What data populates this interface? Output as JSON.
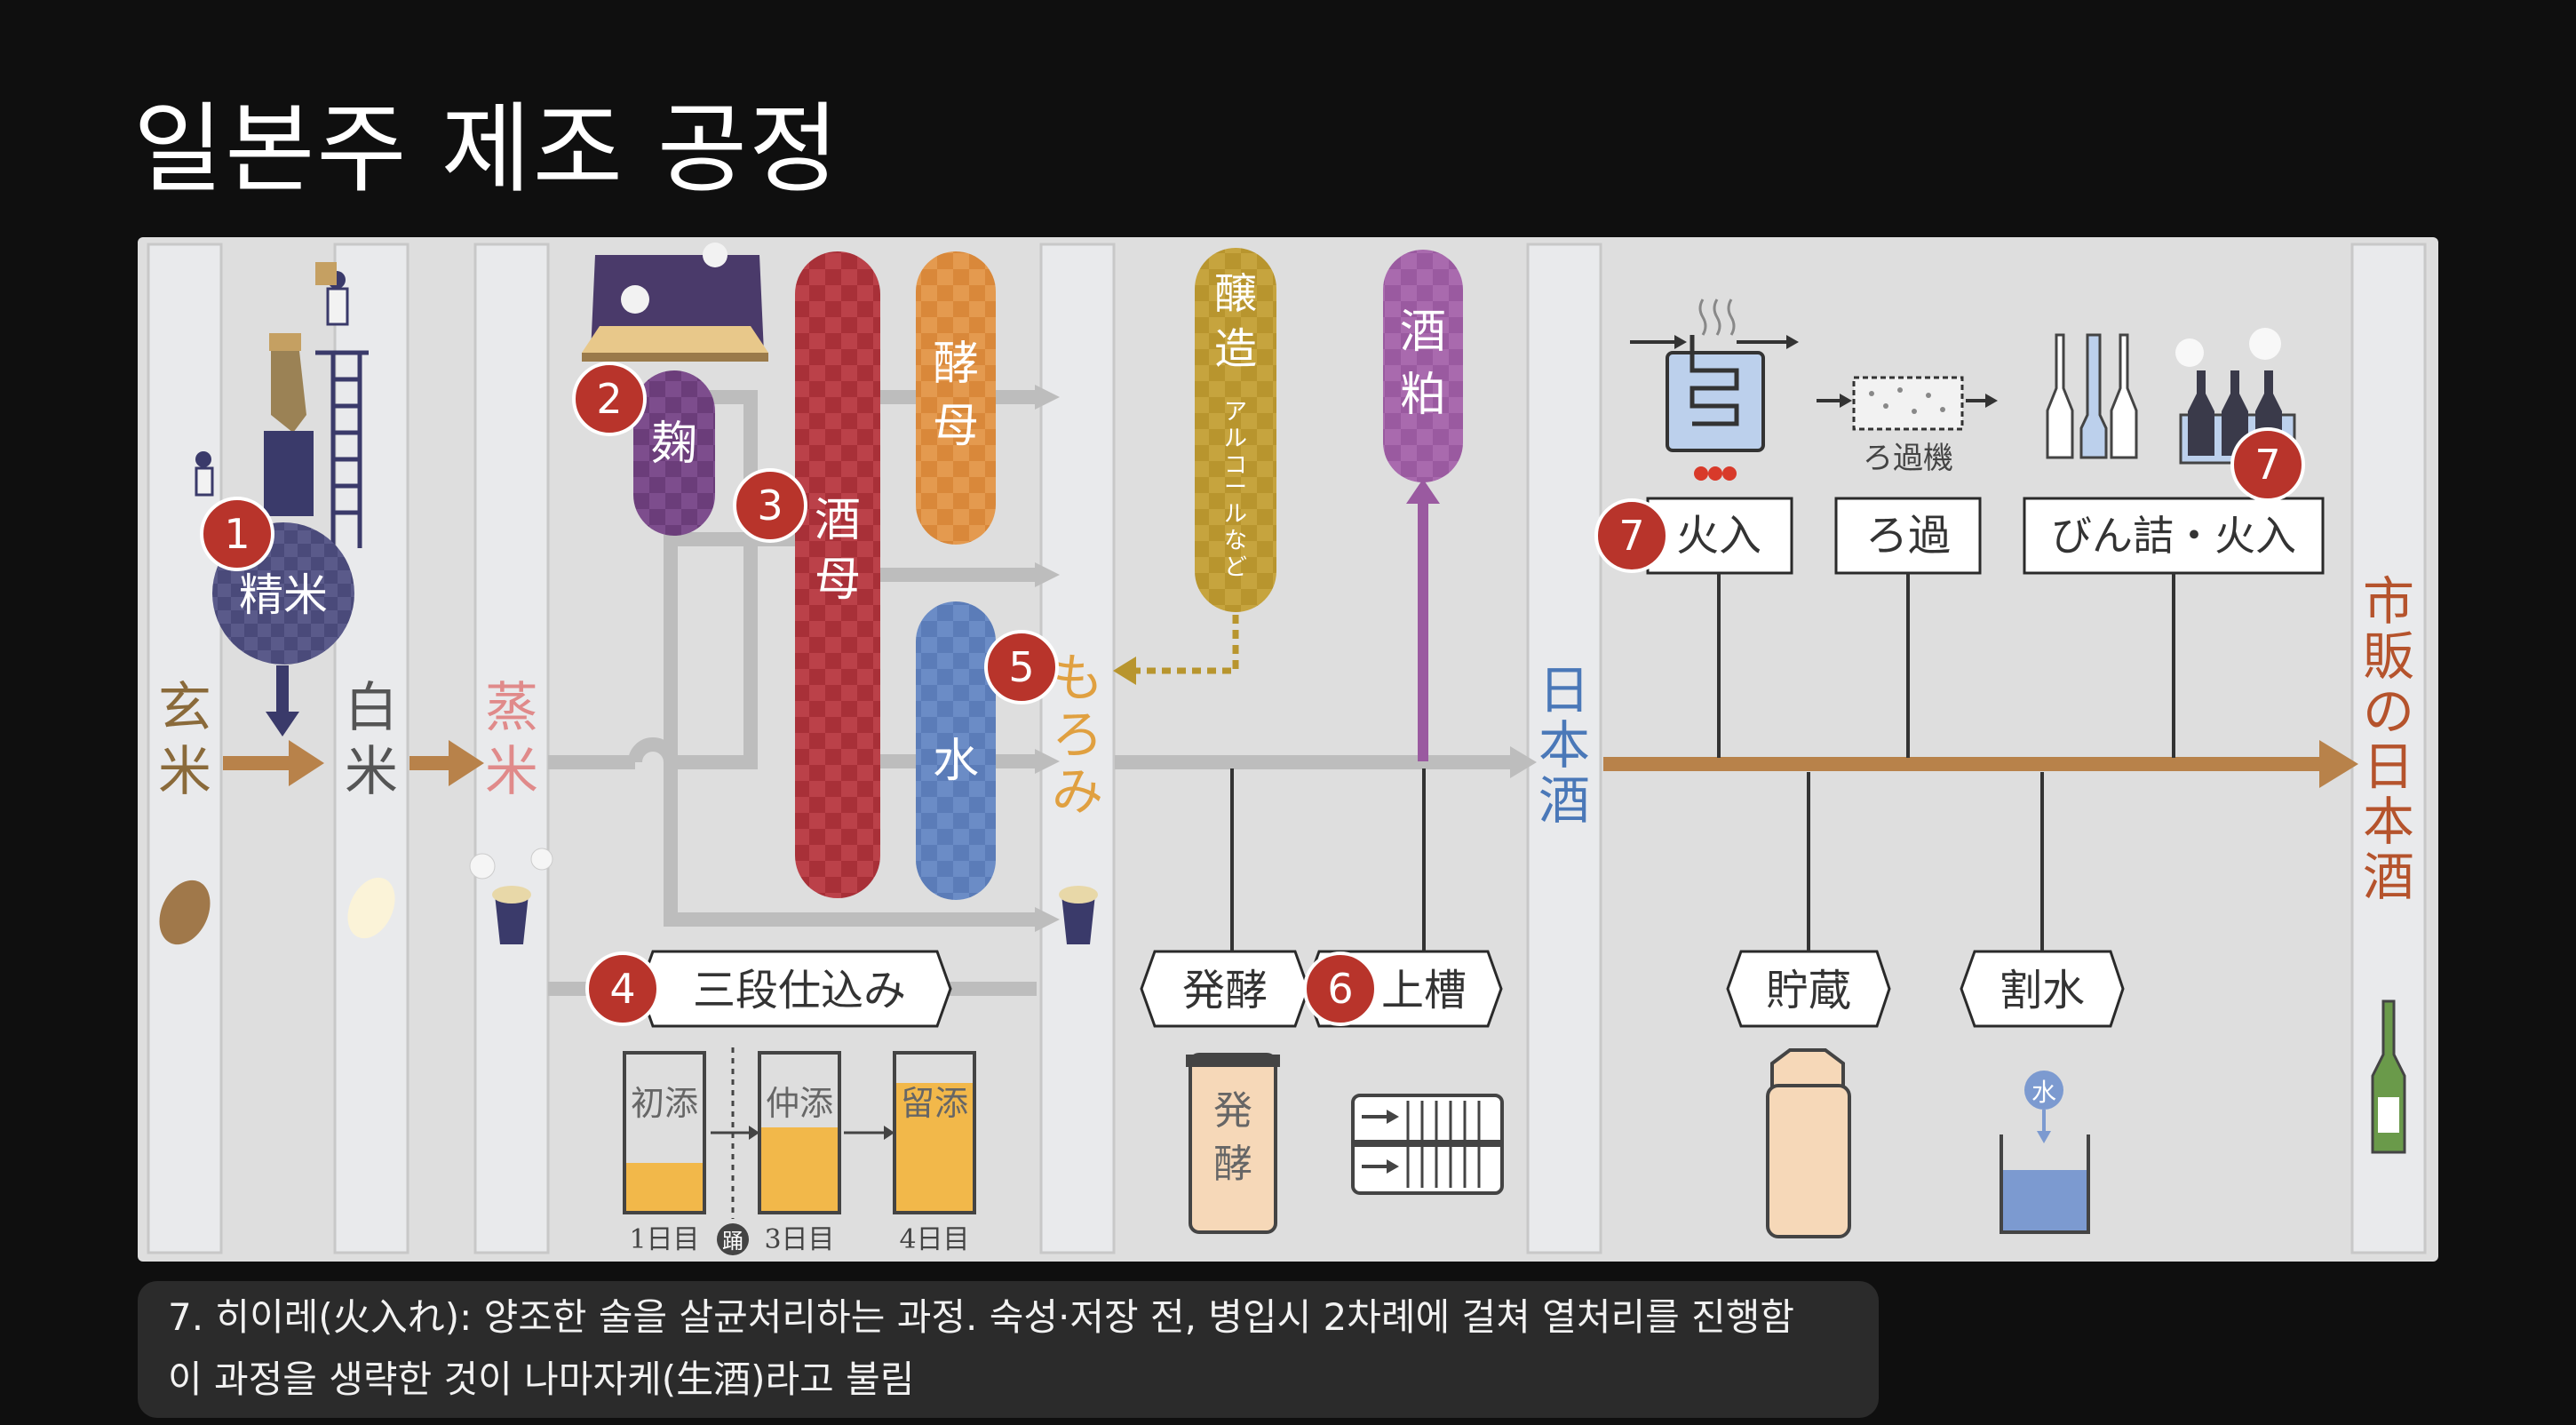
{
  "title": "일본주 제조 공정",
  "caption": {
    "line1": "7. 히이레(火入れ): 양조한 술을 살균처리하는 과정. 숙성·저장 전, 병입시 2차례에 걸쳐 열처리를 진행함",
    "line2": "이 과정을 생략한 것이 나마자케(生酒)라고 불림"
  },
  "diagram": {
    "columns": {
      "genmai": "玄米",
      "hakumai": "白米",
      "mushimai": "蒸米",
      "moromi": "もろみ",
      "nihonshu": "日本酒",
      "ichihan": "市販の日本酒"
    },
    "nodes": {
      "seimai": "精米",
      "koji": "麹",
      "shubo": "酒母",
      "kobo": "酵母",
      "mizu": "水",
      "jozo_main": "醸造",
      "jozo_sub": "アルコールなど",
      "sakekasu": "酒粕"
    },
    "steps": {
      "sandan": "三段仕込み",
      "hakko": "発酵",
      "joso": "上槽",
      "hiire": "火入",
      "roka": "ろ過",
      "binzume": "びん詰・火入",
      "chozo": "貯蔵",
      "warimizu": "割水"
    },
    "sub_labels": {
      "hatsuzoe": "初添",
      "nakazoe": "仲添",
      "tomezoe": "留添",
      "day1": "1日目",
      "odori": "踊",
      "day3": "3日目",
      "day4": "4日目",
      "hakko_tank": "発酵",
      "roka_ki": "ろ過機",
      "mizu_drop": "水"
    },
    "badges": [
      "1",
      "2",
      "3",
      "4",
      "5",
      "6",
      "7",
      "7"
    ],
    "colors": {
      "background": "#0f0f0f",
      "panel": "#dedede",
      "badge": "#b8342b",
      "koji": "#6b3d7a",
      "shubo": "#a83038",
      "kobo": "#d9883a",
      "mizu": "#5b7cb8",
      "jozo": "#b8952e",
      "sakekasu": "#9a5aa0",
      "main_arrow": "#b8824a",
      "nihonshu_text": "#4a78b8",
      "ichihan_text": "#b5532c"
    }
  }
}
